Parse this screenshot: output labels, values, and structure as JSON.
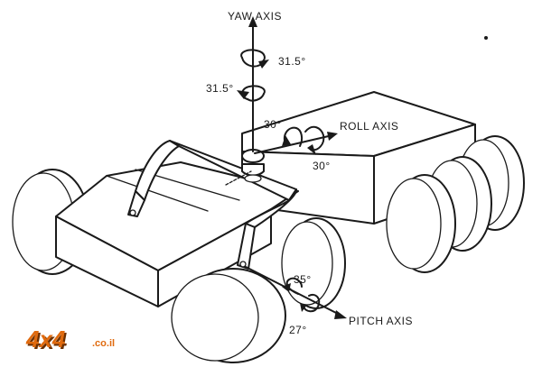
{
  "labels": {
    "yaw_axis": "YAW AXIS",
    "roll_axis": "ROLL AXIS",
    "pitch_axis": "PITCH AXIS",
    "yaw_upper_angle": "31.5°",
    "yaw_lower_angle": "31.5°",
    "roll_upper_angle": "30°",
    "roll_lower_angle": "30°",
    "pitch_upper_angle": "35°",
    "pitch_lower_angle": "27°"
  },
  "watermark": {
    "brand": "4x4",
    "suffix": ".co.il",
    "color": "#e06a0e",
    "shadow_color": "#6b2f00"
  },
  "colors": {
    "ink": "#1a1a1a",
    "background": "#ffffff"
  }
}
